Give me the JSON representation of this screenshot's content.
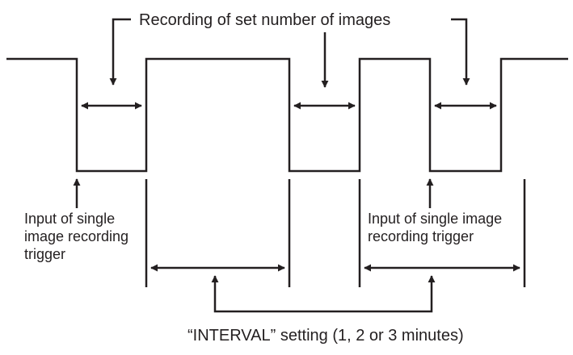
{
  "diagram": {
    "recording_label": "Recording of set number of images",
    "trigger_label_left": [
      "Input of single",
      "image recording",
      "trigger"
    ],
    "trigger_label_right": [
      "Input of single image",
      "recording trigger"
    ],
    "interval_label": "“INTERVAL” setting (1, 2 or 3 minutes)",
    "colors": {
      "line": "#231f20",
      "background": "#ffffff"
    }
  }
}
